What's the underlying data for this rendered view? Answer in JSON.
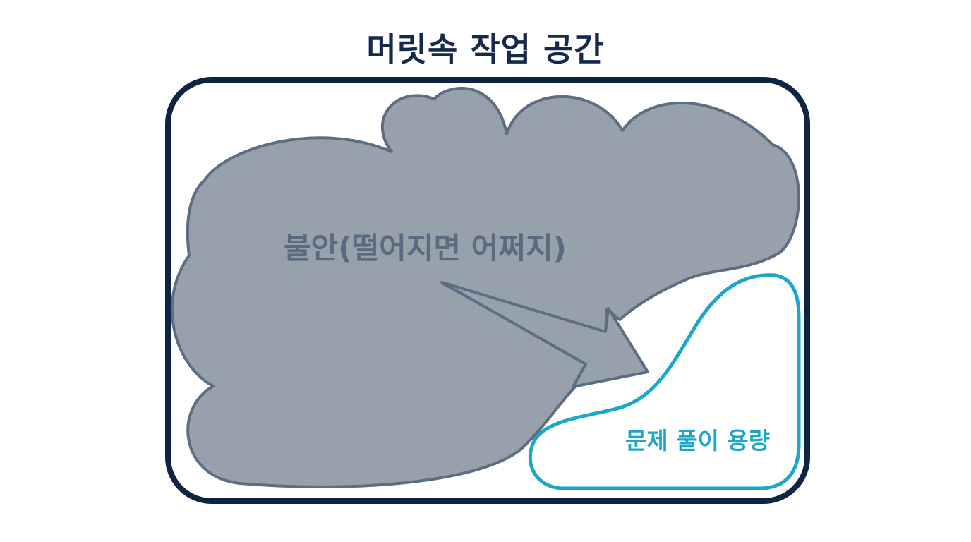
{
  "title": "머릿속 작업 공간",
  "anxiety": {
    "label": "불안(떨어지면 어쩌지)"
  },
  "capacity": {
    "label": "문제 풀이 용량"
  },
  "colors": {
    "frame": "#0e2442",
    "cloud_fill": "#96a1ac",
    "cloud_stroke": "#5e6e82",
    "capacity_stroke": "#1ba7c7",
    "title": "#15294a"
  }
}
